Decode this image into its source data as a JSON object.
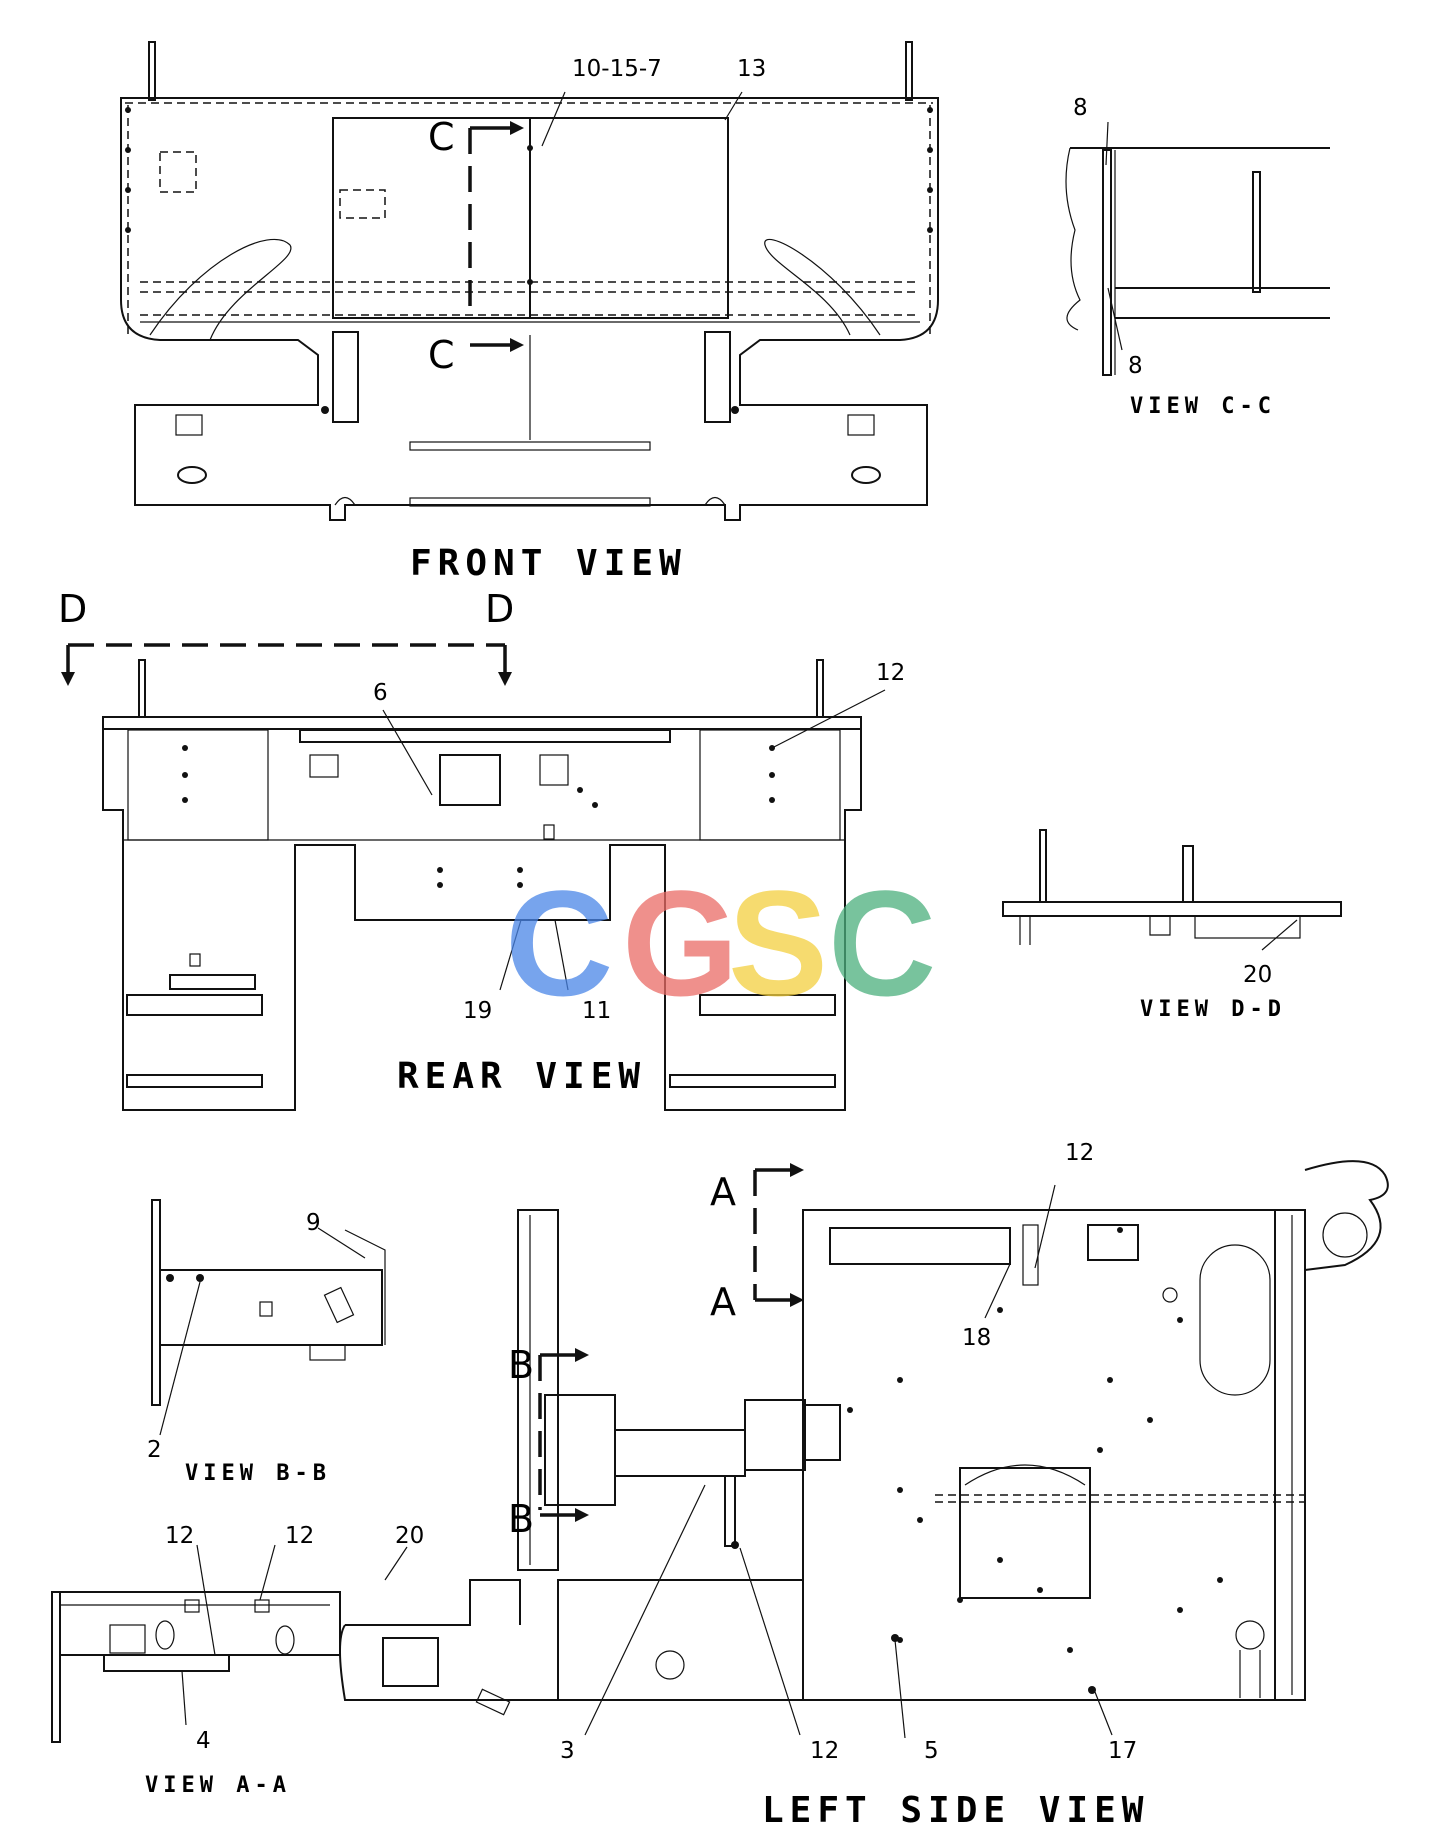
{
  "views": {
    "front": "FRONT  VIEW",
    "rear": "REAR  VIEW",
    "left_side": "LEFT  SIDE  VIEW",
    "view_cc": "VIEW  C-C",
    "view_dd": "VIEW  D-D",
    "view_bb": "VIEW  B-B",
    "view_aa": "VIEW  A-A"
  },
  "section_letters": {
    "c1": "C",
    "c2": "C",
    "d1": "D",
    "d2": "D",
    "a1": "A",
    "a2": "A",
    "b1": "B",
    "b2": "B"
  },
  "callouts": {
    "front_10_15_7": "10-15-7",
    "front_13": "13",
    "cc_8_top": "8",
    "cc_8_bottom": "8",
    "rear_6": "6",
    "rear_12": "12",
    "rear_19": "19",
    "rear_11": "11",
    "dd_20": "20",
    "bb_9": "9",
    "bb_2": "2",
    "aa_12_left": "12",
    "aa_12_right": "12",
    "aa_4": "4",
    "side_20": "20",
    "side_12_top": "12",
    "side_18": "18",
    "side_3": "3",
    "side_12_bottom": "12",
    "side_5": "5",
    "side_17": "17"
  },
  "watermark": {
    "letters": [
      "C",
      "G",
      "S",
      "C"
    ],
    "colors": [
      "#4a86e8",
      "#ea6b66",
      "#f4d03f",
      "#4caf7d"
    ]
  }
}
